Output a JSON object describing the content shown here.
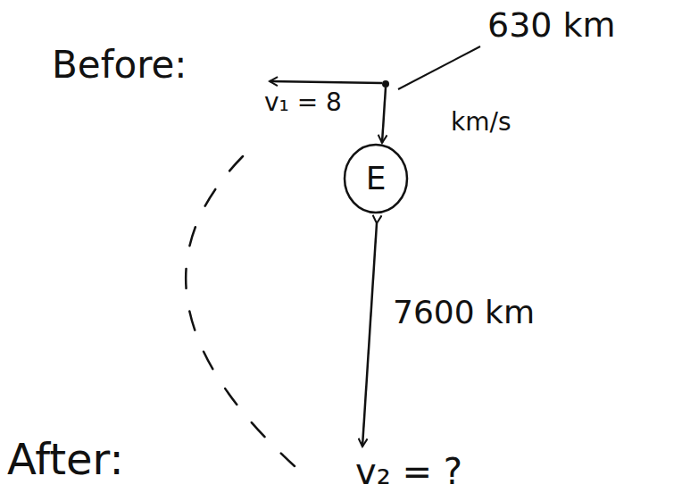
{
  "diagram": {
    "nodes": [
      {
        "text": [
          "E"
        ]
      }
    ],
    "labels": [
      "Before:",
      "630 km",
      "v₁ = 8",
      "km/s",
      "7600 km",
      "After:",
      "v₂ = ?"
    ]
  }
}
